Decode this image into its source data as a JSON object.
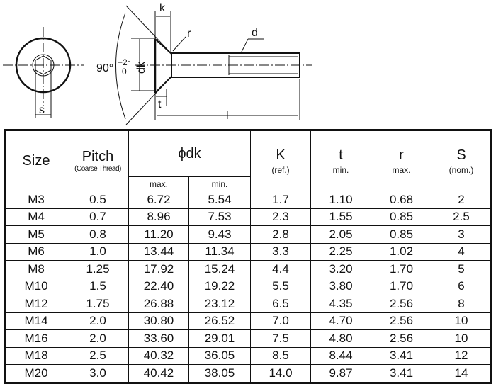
{
  "drawing": {
    "labels": {
      "k": "k",
      "r": "r",
      "d": "d",
      "dk": "dk",
      "angle": "90°",
      "tol_plus": "+2°",
      "tol_zero": "0",
      "t": "t",
      "l": "l",
      "s": "s"
    }
  },
  "table": {
    "headers": {
      "size": "Size",
      "pitch": "Pitch",
      "pitch_note": "(Coarse Thread)",
      "dk": "ϕdk",
      "dk_max": "max.",
      "dk_min": "min.",
      "k": "K",
      "k_note": "(ref.)",
      "t": "t",
      "t_note": "min.",
      "r": "r",
      "r_note": "max.",
      "s": "S",
      "s_note": "(nom.)"
    },
    "rows": [
      [
        "M3",
        "0.5",
        "6.72",
        "5.54",
        "1.7",
        "1.10",
        "0.68",
        "2"
      ],
      [
        "M4",
        "0.7",
        "8.96",
        "7.53",
        "2.3",
        "1.55",
        "0.85",
        "2.5"
      ],
      [
        "M5",
        "0.8",
        "11.20",
        "9.43",
        "2.8",
        "2.05",
        "0.85",
        "3"
      ],
      [
        "M6",
        "1.0",
        "13.44",
        "11.34",
        "3.3",
        "2.25",
        "1.02",
        "4"
      ],
      [
        "M8",
        "1.25",
        "17.92",
        "15.24",
        "4.4",
        "3.20",
        "1.70",
        "5"
      ],
      [
        "M10",
        "1.5",
        "22.40",
        "19.22",
        "5.5",
        "3.80",
        "1.70",
        "6"
      ],
      [
        "M12",
        "1.75",
        "26.88",
        "23.12",
        "6.5",
        "4.35",
        "2.56",
        "8"
      ],
      [
        "M14",
        "2.0",
        "30.80",
        "26.52",
        "7.0",
        "4.70",
        "2.56",
        "10"
      ],
      [
        "M16",
        "2.0",
        "33.60",
        "29.01",
        "7.5",
        "4.80",
        "2.56",
        "10"
      ],
      [
        "M18",
        "2.5",
        "40.32",
        "36.05",
        "8.5",
        "8.44",
        "3.41",
        "12"
      ],
      [
        "M20",
        "3.0",
        "40.42",
        "38.05",
        "14.0",
        "9.87",
        "3.41",
        "14"
      ]
    ]
  }
}
